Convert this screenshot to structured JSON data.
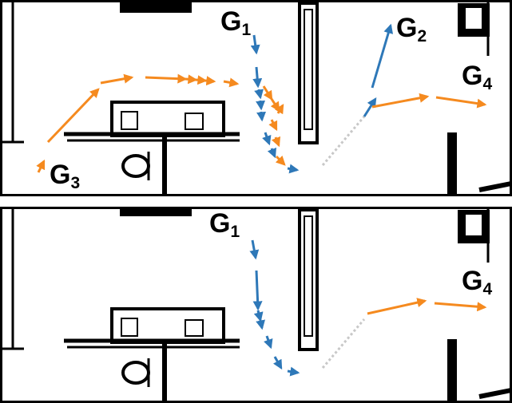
{
  "panels": [
    {
      "goals": [
        {
          "letter": "G",
          "index": "1"
        },
        {
          "letter": "G",
          "index": "2"
        },
        {
          "letter": "G",
          "index": "3"
        },
        {
          "letter": "G",
          "index": "4"
        }
      ]
    },
    {
      "goals": [
        {
          "letter": "G",
          "index": "1"
        },
        {
          "letter": "G",
          "index": "4"
        }
      ]
    }
  ],
  "colors": {
    "blue_path": "#2e78b8",
    "orange_path": "#f58a1f",
    "observed_path": "#c8c8c8",
    "walls": "#000000",
    "background": "#ffffff"
  }
}
